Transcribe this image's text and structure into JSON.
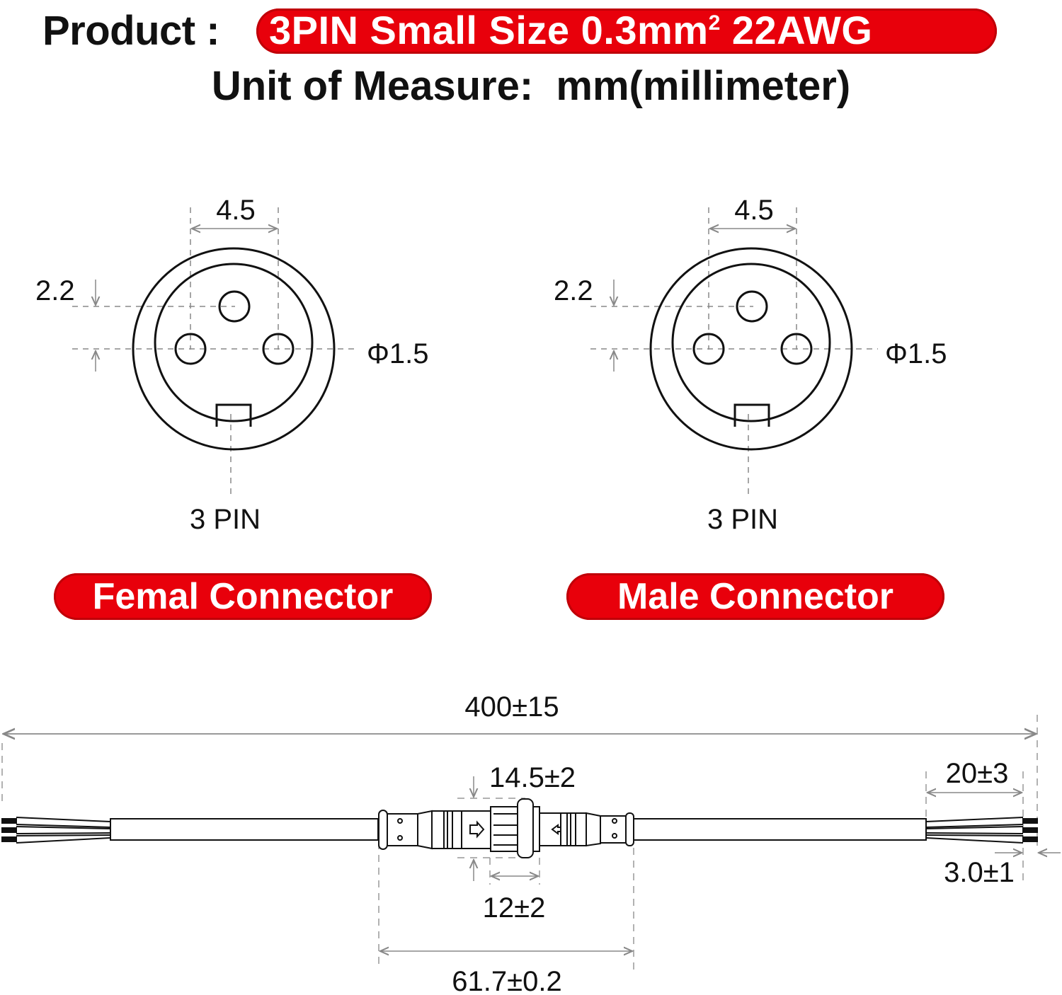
{
  "header": {
    "product_label": "Product :",
    "product_value": "3PIN Small Size  0.3mm",
    "product_value_sup": "2",
    "product_value_suffix": " 22AWG",
    "unit_line": "Unit of Measure:  mm(millimeter)"
  },
  "colors": {
    "accent_red": "#e8000b",
    "line": "#111111",
    "dimension_gray": "#888888"
  },
  "connectors": [
    {
      "name": "Femal Connector",
      "pin_spacing": "4.5",
      "vertical_offset": "2.2",
      "pin_diameter": "Φ1.5",
      "pin_label": "3 PIN"
    },
    {
      "name": "Male Connector",
      "pin_spacing": "4.5",
      "vertical_offset": "2.2",
      "pin_diameter": "Φ1.5",
      "pin_label": "3 PIN"
    }
  ],
  "cable": {
    "total_length": "400±15",
    "connector_diameter": "14.5±2",
    "coupling_nut_length": "12±2",
    "connector_assembly_length": "61.7±0.2",
    "stripped_wire_length": "20±3",
    "bare_tip_length": "3.0±1"
  }
}
